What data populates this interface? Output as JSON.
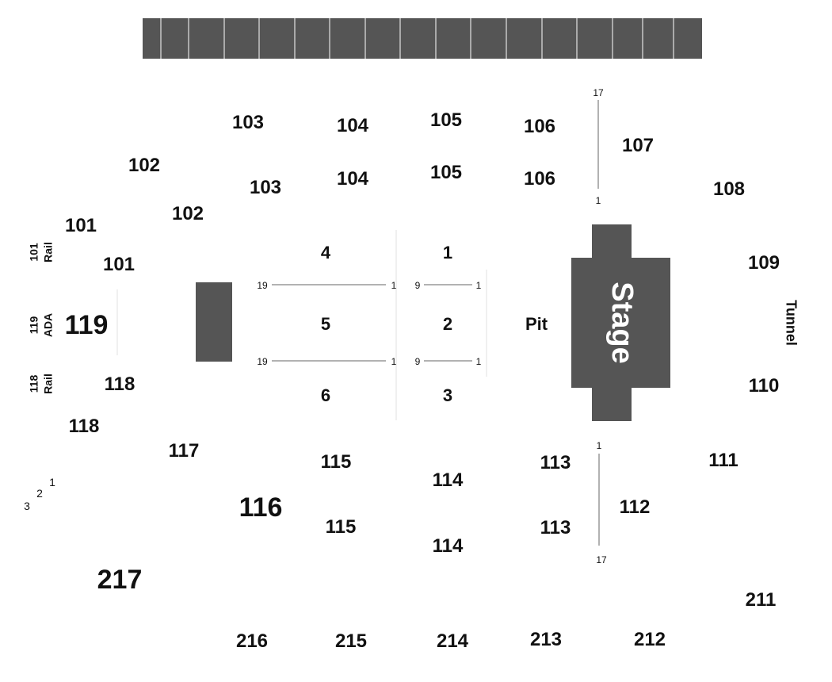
{
  "venue_map": {
    "sections_100": [
      "101",
      "101",
      "102",
      "102",
      "103",
      "103",
      "104",
      "104",
      "105",
      "105",
      "106",
      "106",
      "107",
      "108",
      "109",
      "110",
      "111",
      "112",
      "113",
      "113",
      "114",
      "114",
      "115",
      "115",
      "116",
      "117",
      "118",
      "118",
      "119"
    ],
    "sections_200": [
      "211",
      "212",
      "213",
      "214",
      "215",
      "216",
      "217"
    ],
    "floor_sections": [
      "1",
      "2",
      "3",
      "4",
      "5",
      "6"
    ],
    "pit_label": "Pit",
    "stage_label": "Stage",
    "tunnel_label": "Tunnel",
    "side_labels": {
      "rail_101_num": "101",
      "rail_101_word": "Rail",
      "ada_119_num": "119",
      "ada_119_word": "ADA",
      "rail_118_num": "118",
      "rail_118_word": "Rail"
    },
    "row_markers": {
      "floor_left_start": "19",
      "floor_left_end": "1",
      "floor_right_start": "9",
      "floor_right_end": "1",
      "aisle_top_start": "17",
      "aisle_top_end": "1",
      "aisle_bottom_start": "1",
      "aisle_bottom_end": "17",
      "corner_1": "1",
      "corner_2": "2",
      "corner_3": "3"
    },
    "colors": {
      "structure": "#555555",
      "text": "#111111",
      "background": "#ffffff"
    }
  }
}
